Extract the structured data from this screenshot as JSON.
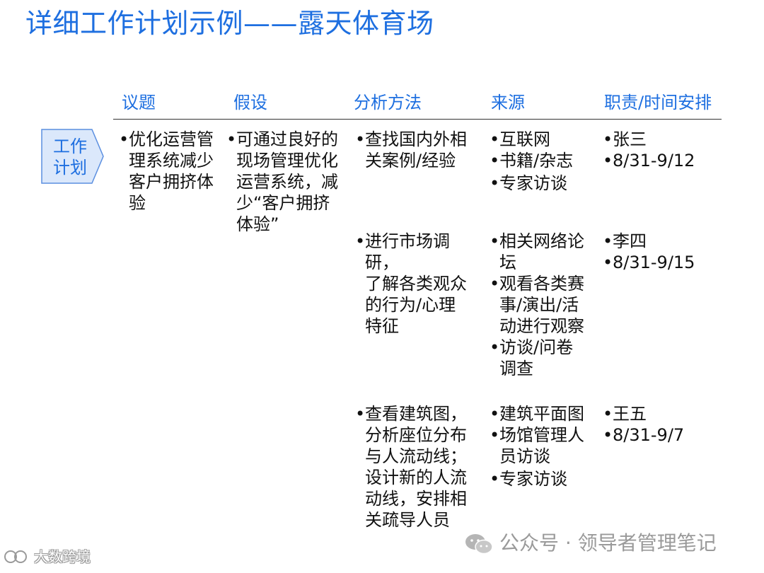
{
  "title": "详细工作计划示例——露天体育场",
  "headers": {
    "topic": "议题",
    "hypothesis": "假设",
    "method": "分析方法",
    "source": "来源",
    "responsibility": "职责/时间安排"
  },
  "tag": {
    "line1": "工作",
    "line2": "计划"
  },
  "topic": {
    "bullet": "优化运营管理系统减少客户拥挤体验",
    "lines": [
      "优化运营管",
      "理系统减少",
      "客户拥挤体",
      "验"
    ]
  },
  "hypothesis": {
    "lines": [
      "可通过良好的",
      "现场管理优化",
      "运营系统，减",
      "少“客户拥挤",
      "体验”"
    ]
  },
  "rows": [
    {
      "method": [
        "查找国内外相",
        "关案例/经验"
      ],
      "sources": [
        [
          "互联网"
        ],
        [
          "书籍/杂志"
        ],
        [
          "专家访谈"
        ]
      ],
      "owner": "张三",
      "dates": "8/31-9/12"
    },
    {
      "method": [
        "进行市场调研，",
        "了解各类观众",
        "的行为/心理",
        "特征"
      ],
      "sources": [
        [
          "相关网络论",
          "坛"
        ],
        [
          "观看各类赛",
          "事/演出/活",
          "动进行观察"
        ],
        [
          "访谈/问卷",
          "调查"
        ]
      ],
      "owner": "李四",
      "dates": "8/31-9/15"
    },
    {
      "method": [
        "查看建筑图，",
        "分析座位分布",
        "与人流动线；",
        "设计新的人流",
        "动线，安排相",
        "关疏导人员"
      ],
      "sources": [
        [
          "建筑平面图"
        ],
        [
          "场馆管理人",
          "员访谈"
        ],
        [
          "专家访谈"
        ]
      ],
      "owner": "王五",
      "dates": "8/31-9/7"
    }
  ],
  "watermark": "公众号 · 领导者管理笔记",
  "brand": "大数跨境",
  "colors": {
    "accent": "#1e6fe0",
    "tag_fill": "#dbe8fb",
    "tag_border": "#5b8fe0"
  }
}
